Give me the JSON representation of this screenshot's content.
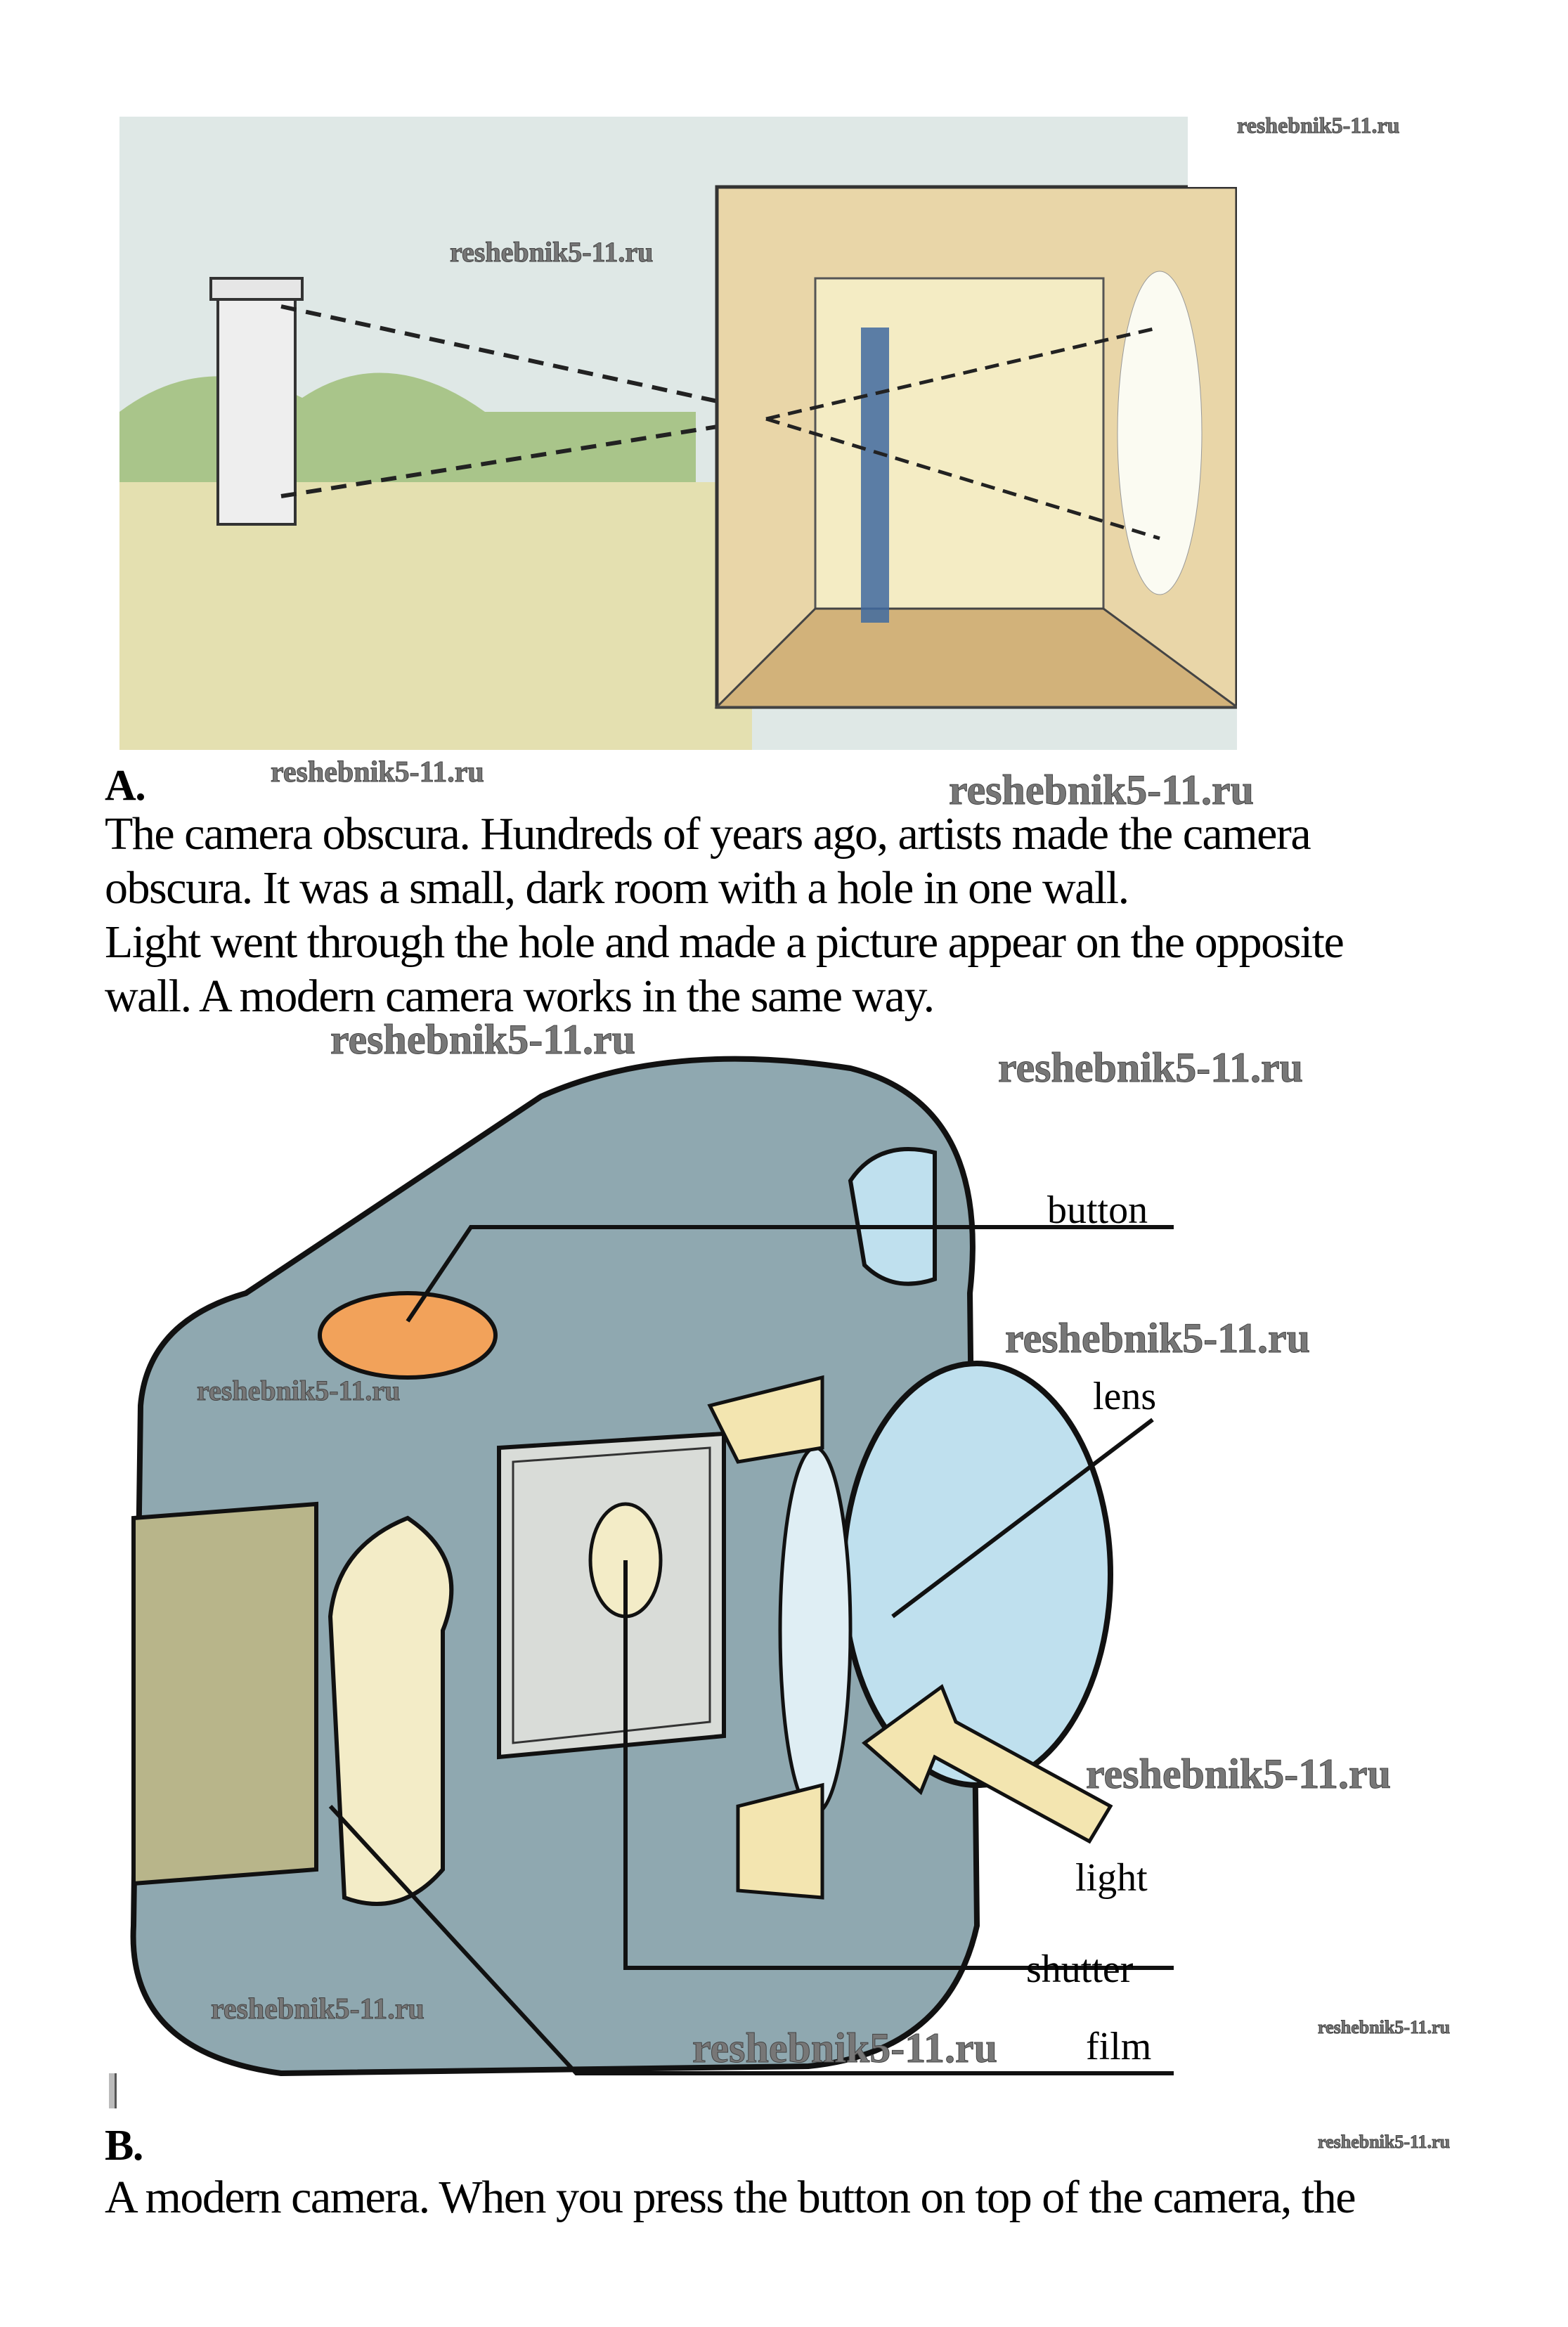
{
  "section_a": {
    "heading": "A.",
    "lines": [
      "The camera obscura. Hundreds of years ago, artists made the camera",
      "obscura. It was a small, dark room with a hole in one wall.",
      "Light went through the hole and made a picture appear on the opposite",
      "wall. A modern camera works in the same way."
    ]
  },
  "diagram_labels": {
    "button": "button",
    "lens": "lens",
    "light": "light",
    "shutter": "shutter",
    "film": "film"
  },
  "section_b": {
    "heading": "B.",
    "lines": [
      "A modern camera. When you press the button on top of the camera, the"
    ]
  },
  "watermark": "reshebnik5-11.ru",
  "colors": {
    "sky": "#dfe8e6",
    "grass": "#c9d79a",
    "camera_body": "#8fa8b0",
    "button": "#f2a25a",
    "lens": "#bfe0ee",
    "side_panel": "#b8b58a"
  }
}
